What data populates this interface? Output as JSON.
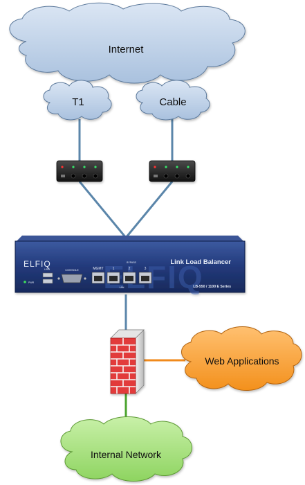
{
  "clouds": {
    "internet": {
      "label": "Internet",
      "color": "#bcd0e8"
    },
    "t1": {
      "label": "T1",
      "color": "#bcd0e8"
    },
    "cable": {
      "label": "Cable",
      "color": "#bcd0e8"
    },
    "web_apps": {
      "label": "Web Applications",
      "color": "#f7a13a"
    },
    "internal": {
      "label": "Internal Network",
      "color": "#a6e07c"
    }
  },
  "appliance": {
    "brand": "ELFIQ",
    "product": "Link Load Balancer",
    "series": "LB-550 / 1100 E Series",
    "console_label": "CONSOLE",
    "usb_label": "USB",
    "pwr_label": "PWR",
    "bypass_label": "BYPASS",
    "lan_label": "LAN",
    "ports": [
      "MGMT",
      "1",
      "2",
      "3"
    ],
    "color": "#233a7a"
  },
  "links": {
    "wan_color": "#5b86aa",
    "web_color": "#f08a1c",
    "internal_color": "#4aa32e"
  },
  "icons": [
    "modem-icon",
    "modem-icon",
    "firewall-icon",
    "cloud-icon"
  ]
}
